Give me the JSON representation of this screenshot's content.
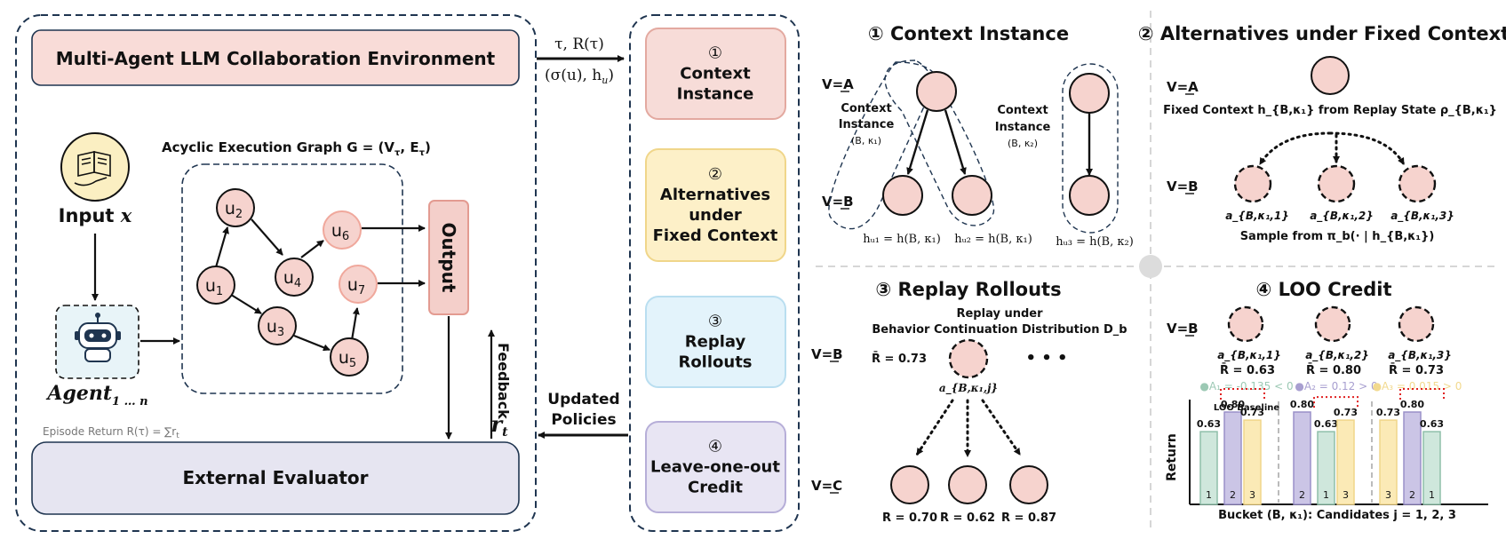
{
  "left": {
    "env_title": "Multi-Agent LLM Collaboration Environment",
    "graph_title": "Acyclic Execution Graph G = (V",
    "graph_title_sub1": "τ",
    "graph_title_mid": ", E",
    "graph_title_sub2": "τ",
    "graph_title_end": ")",
    "input_label": "Input",
    "input_var": "x",
    "agent_label": "Agent",
    "agent_sub": "1 … n",
    "nodes": [
      {
        "name": "u",
        "sub": "1"
      },
      {
        "name": "u",
        "sub": "2"
      },
      {
        "name": "u",
        "sub": "3"
      },
      {
        "name": "u",
        "sub": "4"
      },
      {
        "name": "u",
        "sub": "5"
      },
      {
        "name": "u",
        "sub": "6"
      },
      {
        "name": "u",
        "sub": "7"
      }
    ],
    "output_label": "Output",
    "feedback_label": "Feedback",
    "feedback_var": "r",
    "feedback_sub": "t",
    "episode_return": "Episode Return R(τ) = ∑r",
    "episode_return_sub": "t",
    "evaluator": "External Evaluator"
  },
  "arrows": {
    "top_line1": "τ, R(τ)",
    "top_line2": "(σ(u), h",
    "top_line2_sub": "u",
    "top_line2_end": ")",
    "bottom_line1": "Updated",
    "bottom_line2": "Policies"
  },
  "stages": [
    {
      "num": "①",
      "lines": [
        "Context",
        "Instance"
      ],
      "fill": "#f7dcd8",
      "stroke": "#e3a9a0"
    },
    {
      "num": "②",
      "lines": [
        "Alternatives",
        "under",
        "Fixed Context"
      ],
      "fill": "#fdf0c8",
      "stroke": "#f0d68a"
    },
    {
      "num": "③",
      "lines": [
        "Replay",
        "Rollouts"
      ],
      "fill": "#e3f3fb",
      "stroke": "#b9def0"
    },
    {
      "num": "④",
      "lines": [
        "Leave-one-out",
        "Credit"
      ],
      "fill": "#e8e5f3",
      "stroke": "#b6aed8"
    }
  ],
  "panel1": {
    "title": "① Context Instance",
    "va": "V=A",
    "vb": "V=B",
    "ctx1": [
      "Context",
      "Instance",
      "(B, κ₁)"
    ],
    "ctx2": [
      "Context",
      "Instance",
      "(B, κ₂)"
    ],
    "h1": "hᵤ₁ = h(B, κ₁)",
    "h2": "hᵤ₂ = h(B, κ₁)",
    "h3": "hᵤ₃ = h(B, κ₂)"
  },
  "panel2": {
    "title": "② Alternatives under Fixed Context",
    "va": "V=A",
    "vb": "V=B",
    "fixed": "Fixed Context h_{B,κ₁} from Replay State ρ_{B,κ₁}",
    "alts": [
      "a_{B,κ₁,1}",
      "a_{B,κ₁,2}",
      "a_{B,κ₁,3}"
    ],
    "sample": "Sample from π_b(· | h_{B,κ₁})"
  },
  "panel3": {
    "title": "③ Replay Rollouts",
    "subtitle1": "Replay under",
    "subtitle2": "Behavior Continuation Distribution D_b",
    "vb": "V=B",
    "vc": "V=C",
    "rbar": "R̄ = 0.73",
    "node_label": "a_{B,κ₁,j}",
    "dots": "• • •",
    "returns": [
      "R = 0.70",
      "R = 0.62",
      "R = 0.87"
    ]
  },
  "panel4": {
    "title": "④ LOO Credit",
    "vb": "V=B",
    "alts": [
      {
        "label": "a_{B,κ₁,1}",
        "rbar": "R̄ = 0.63",
        "adv": "●A₁ = -0.135 < 0",
        "color": "#9cc9b4"
      },
      {
        "label": "a_{B,κ₁,2}",
        "rbar": "R̄ = 0.80",
        "adv": "●A₂ = 0.12 > 0",
        "color": "#a89fd0"
      },
      {
        "label": "a_{B,κ₁,3}",
        "rbar": "R̄ = 0.73",
        "adv": "●A₃ = 0.015 > 0",
        "color": "#f2d98e"
      }
    ],
    "loo_baseline": "LOO Baseline",
    "ylabel": "Return",
    "xlabel": "Bucket (B, κ₁): Candidates j = 1, 2, 3",
    "groups": [
      [
        {
          "id": "1",
          "v": "0.63"
        },
        {
          "id": "2",
          "v": "0.80"
        },
        {
          "id": "3",
          "v": "0.73"
        }
      ],
      [
        {
          "id": "2",
          "v": "0.80"
        },
        {
          "id": "1",
          "v": "0.63"
        },
        {
          "id": "3",
          "v": "0.73"
        }
      ],
      [
        {
          "id": "3",
          "v": "0.73"
        },
        {
          "id": "2",
          "v": "0.80"
        },
        {
          "id": "1",
          "v": "0.63"
        }
      ]
    ]
  },
  "colors": {
    "node_fill": "#f6d3ce",
    "env_fill": "#f9dcd8",
    "eval_fill": "#e6e5f1",
    "input_fill": "#fbefc2",
    "agent_fill": "#e8f4f8",
    "output_fill": "#f4cfca",
    "bar1": "#cfe7dc",
    "bar2": "#cbc5e6",
    "bar3": "#fbeab6"
  }
}
